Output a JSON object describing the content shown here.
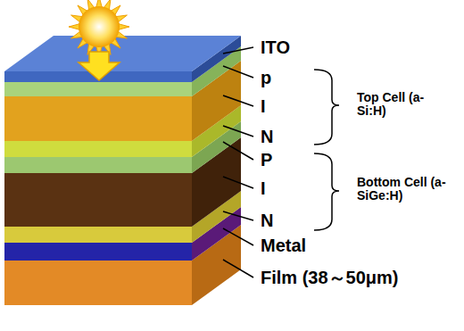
{
  "diagram": {
    "labels": [
      "ITO",
      "p",
      "I",
      "N",
      "P",
      "I",
      "N",
      "Metal",
      "Film (38～50μm)",
      "Top Cell (a-Si:H)",
      "Bottom Cell (a-SiGe:H)"
    ]
  }
}
